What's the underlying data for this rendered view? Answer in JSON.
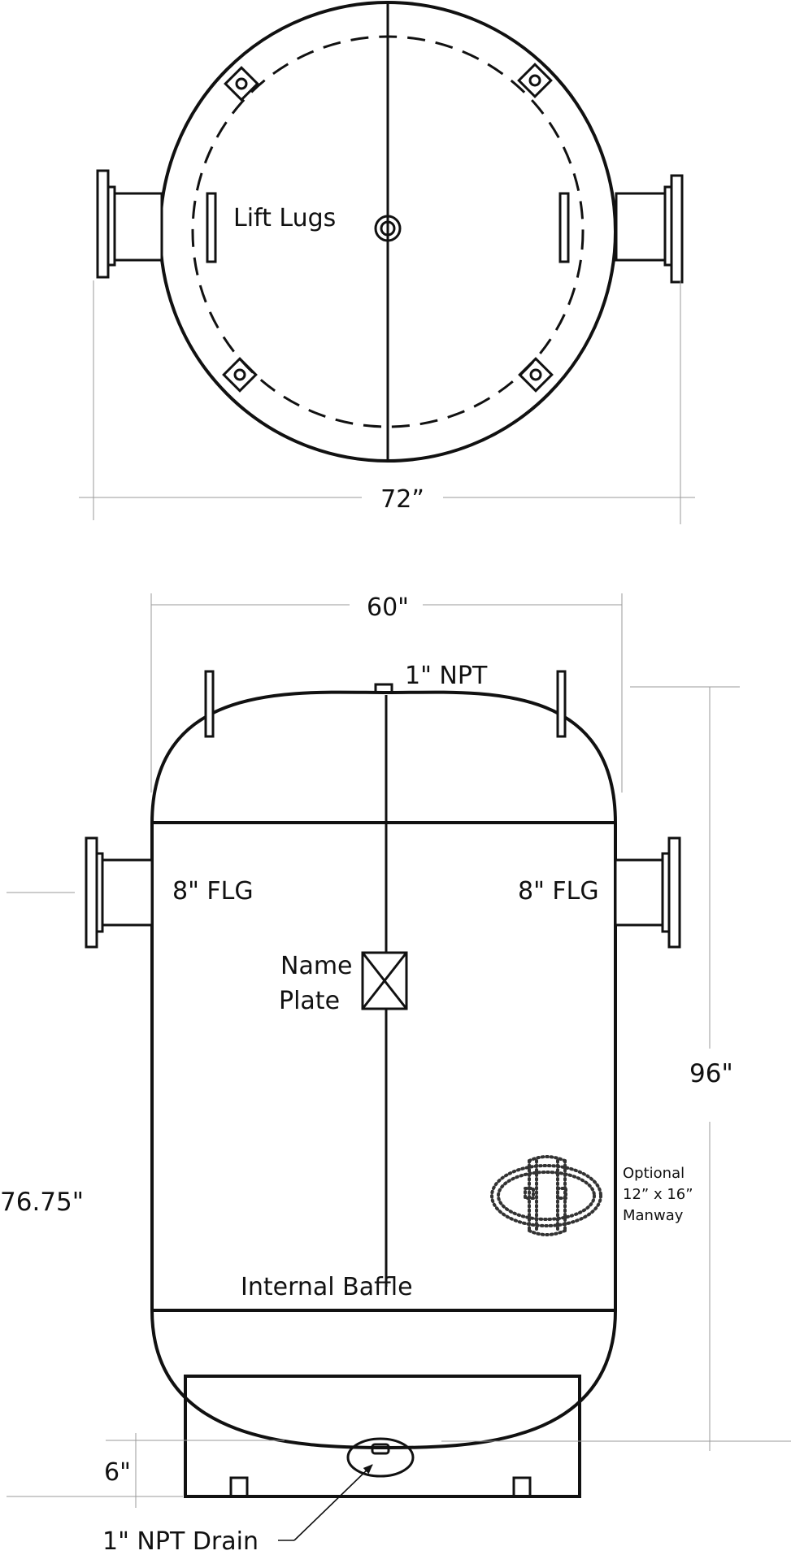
{
  "top_view": {
    "lift_lugs_label": "Lift Lugs",
    "width_dim": "72”"
  },
  "side_view": {
    "width_dim": "60\"",
    "top_nozzle_label": "1\" NPT",
    "left_flange_label": "8\" FLG",
    "right_flange_label": "8\" FLG",
    "name_plate_line1": "Name",
    "name_plate_line2": "Plate",
    "height_dim": "96\"",
    "nozzle_height_dim": "76.75\"",
    "manway_line1": "Optional",
    "manway_line2": "12” x 16”",
    "manway_line3": "Manway",
    "baffle_label": "Internal Baffle",
    "base_height_dim": "6\"",
    "drain_label": "1\" NPT Drain"
  }
}
